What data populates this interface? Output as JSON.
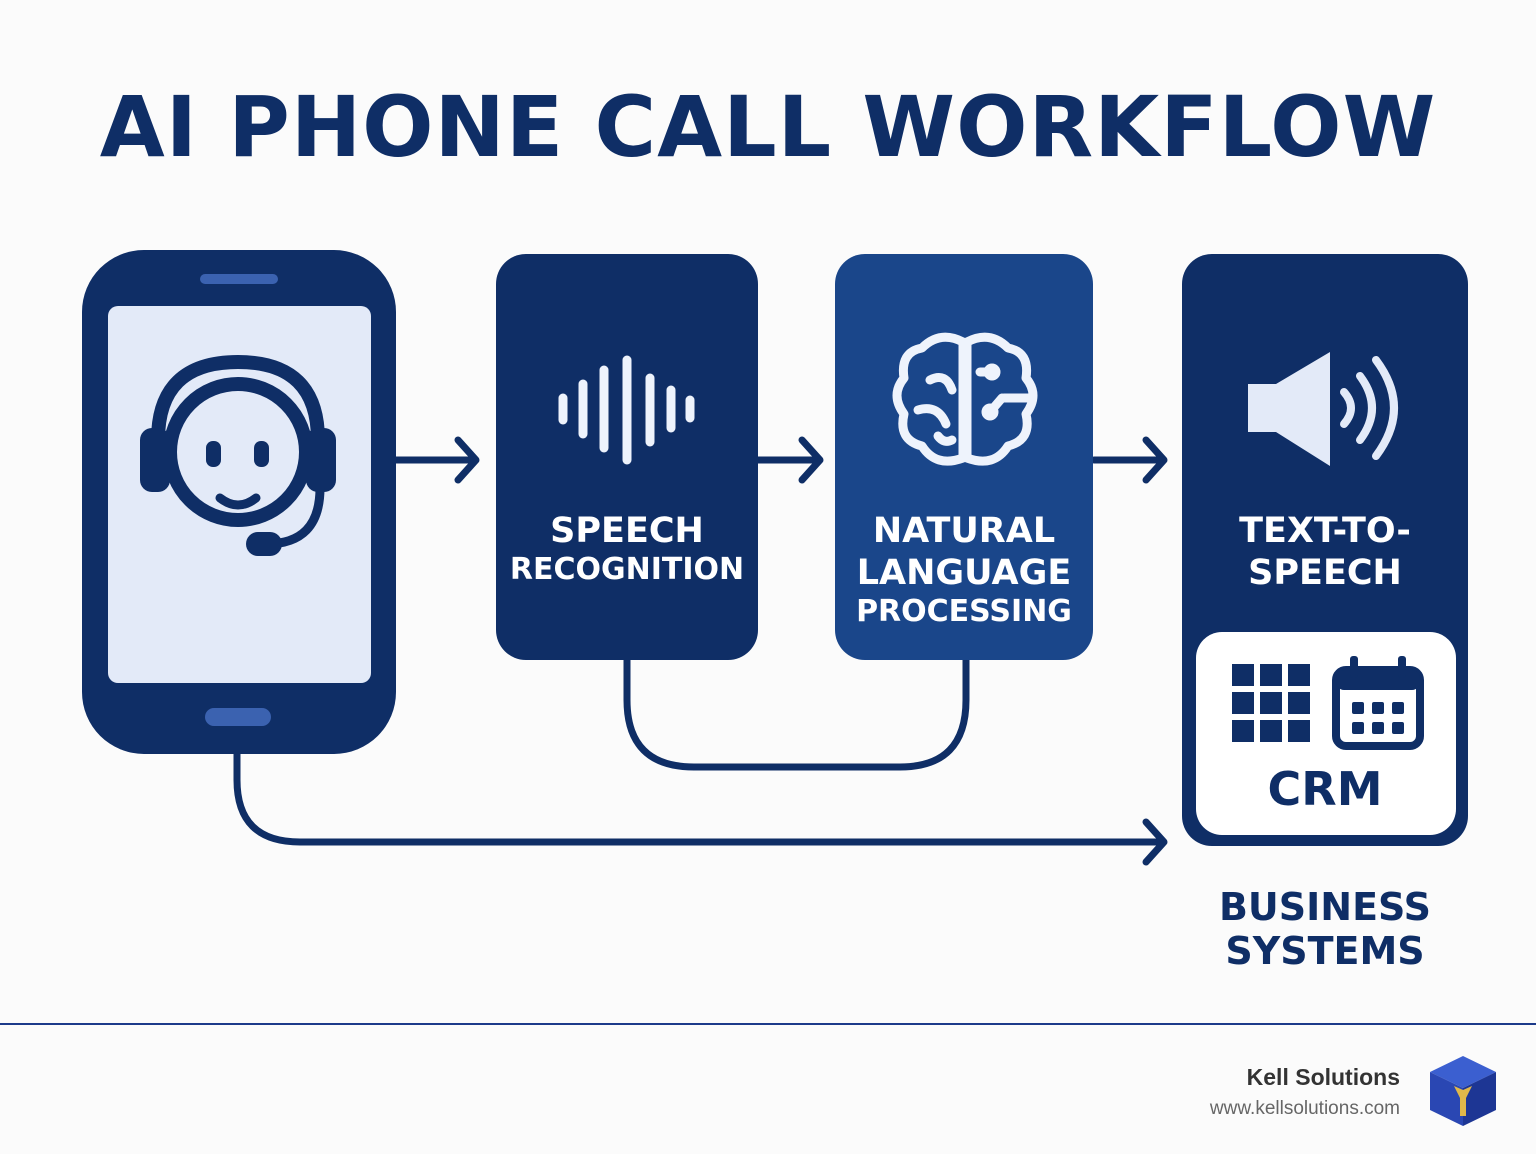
{
  "title": "AI PHONE CALL WORKFLOW",
  "nodes": {
    "speech_recognition": {
      "line1": "SPEECH",
      "line2": "RECOGNITION"
    },
    "nlp": {
      "line1": "NATURAL",
      "line2": "LANGUAGE",
      "line3": "PROCESSING"
    },
    "tts": {
      "line1": "TEXT-TO-",
      "line2": "SPEECH"
    },
    "crm": {
      "label": "CRM"
    },
    "business_systems": {
      "line1": "BUSINESS",
      "line2": "SYSTEMS"
    }
  },
  "icons": [
    "phone-icon",
    "headset-agent-icon",
    "soundwave-icon",
    "brain-icon",
    "speaker-icon",
    "grid-icon",
    "calendar-icon",
    "cube-logo-icon"
  ],
  "colors": {
    "navy": "#0f2e66",
    "mid_blue": "#1a468a",
    "light_panel": "#e3eaf8",
    "accent": "#3b62b0"
  },
  "footer": {
    "company": "Kell Solutions",
    "website": "www.kellsolutions.com"
  }
}
